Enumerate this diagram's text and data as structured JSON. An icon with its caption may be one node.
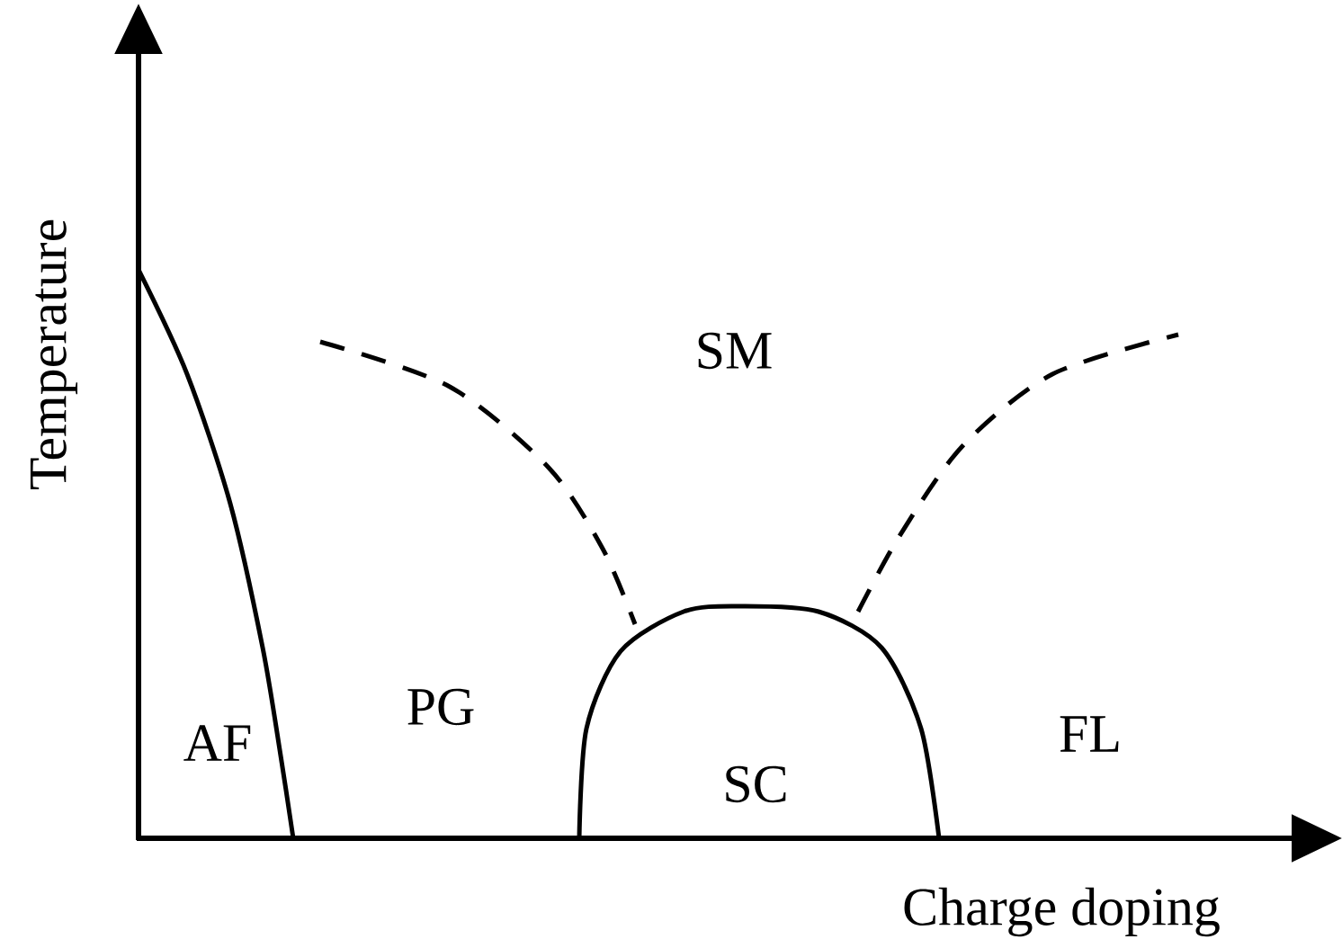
{
  "diagram": {
    "labels": [
      "Temperature",
      "SM",
      "PG",
      "AF",
      "SC",
      "FL",
      "Charge doping"
    ]
  }
}
